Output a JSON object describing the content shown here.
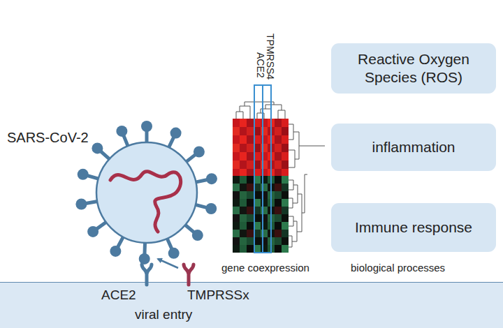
{
  "diagram": {
    "nodes": [
      {
        "text": [
          "Reactive Oxygen Species (ROS)"
        ]
      },
      {
        "text": [
          "inflammation"
        ]
      },
      {
        "text": [
          "Immune response"
        ]
      },
      {
        "text": [
          "ACE2",
          "TMPRSSx",
          "viral entry"
        ]
      }
    ],
    "labels": [
      "SARS-CoV-2",
      "TPMRSS4",
      "ACE2",
      "gene coexpression",
      "biological processes"
    ]
  }
}
